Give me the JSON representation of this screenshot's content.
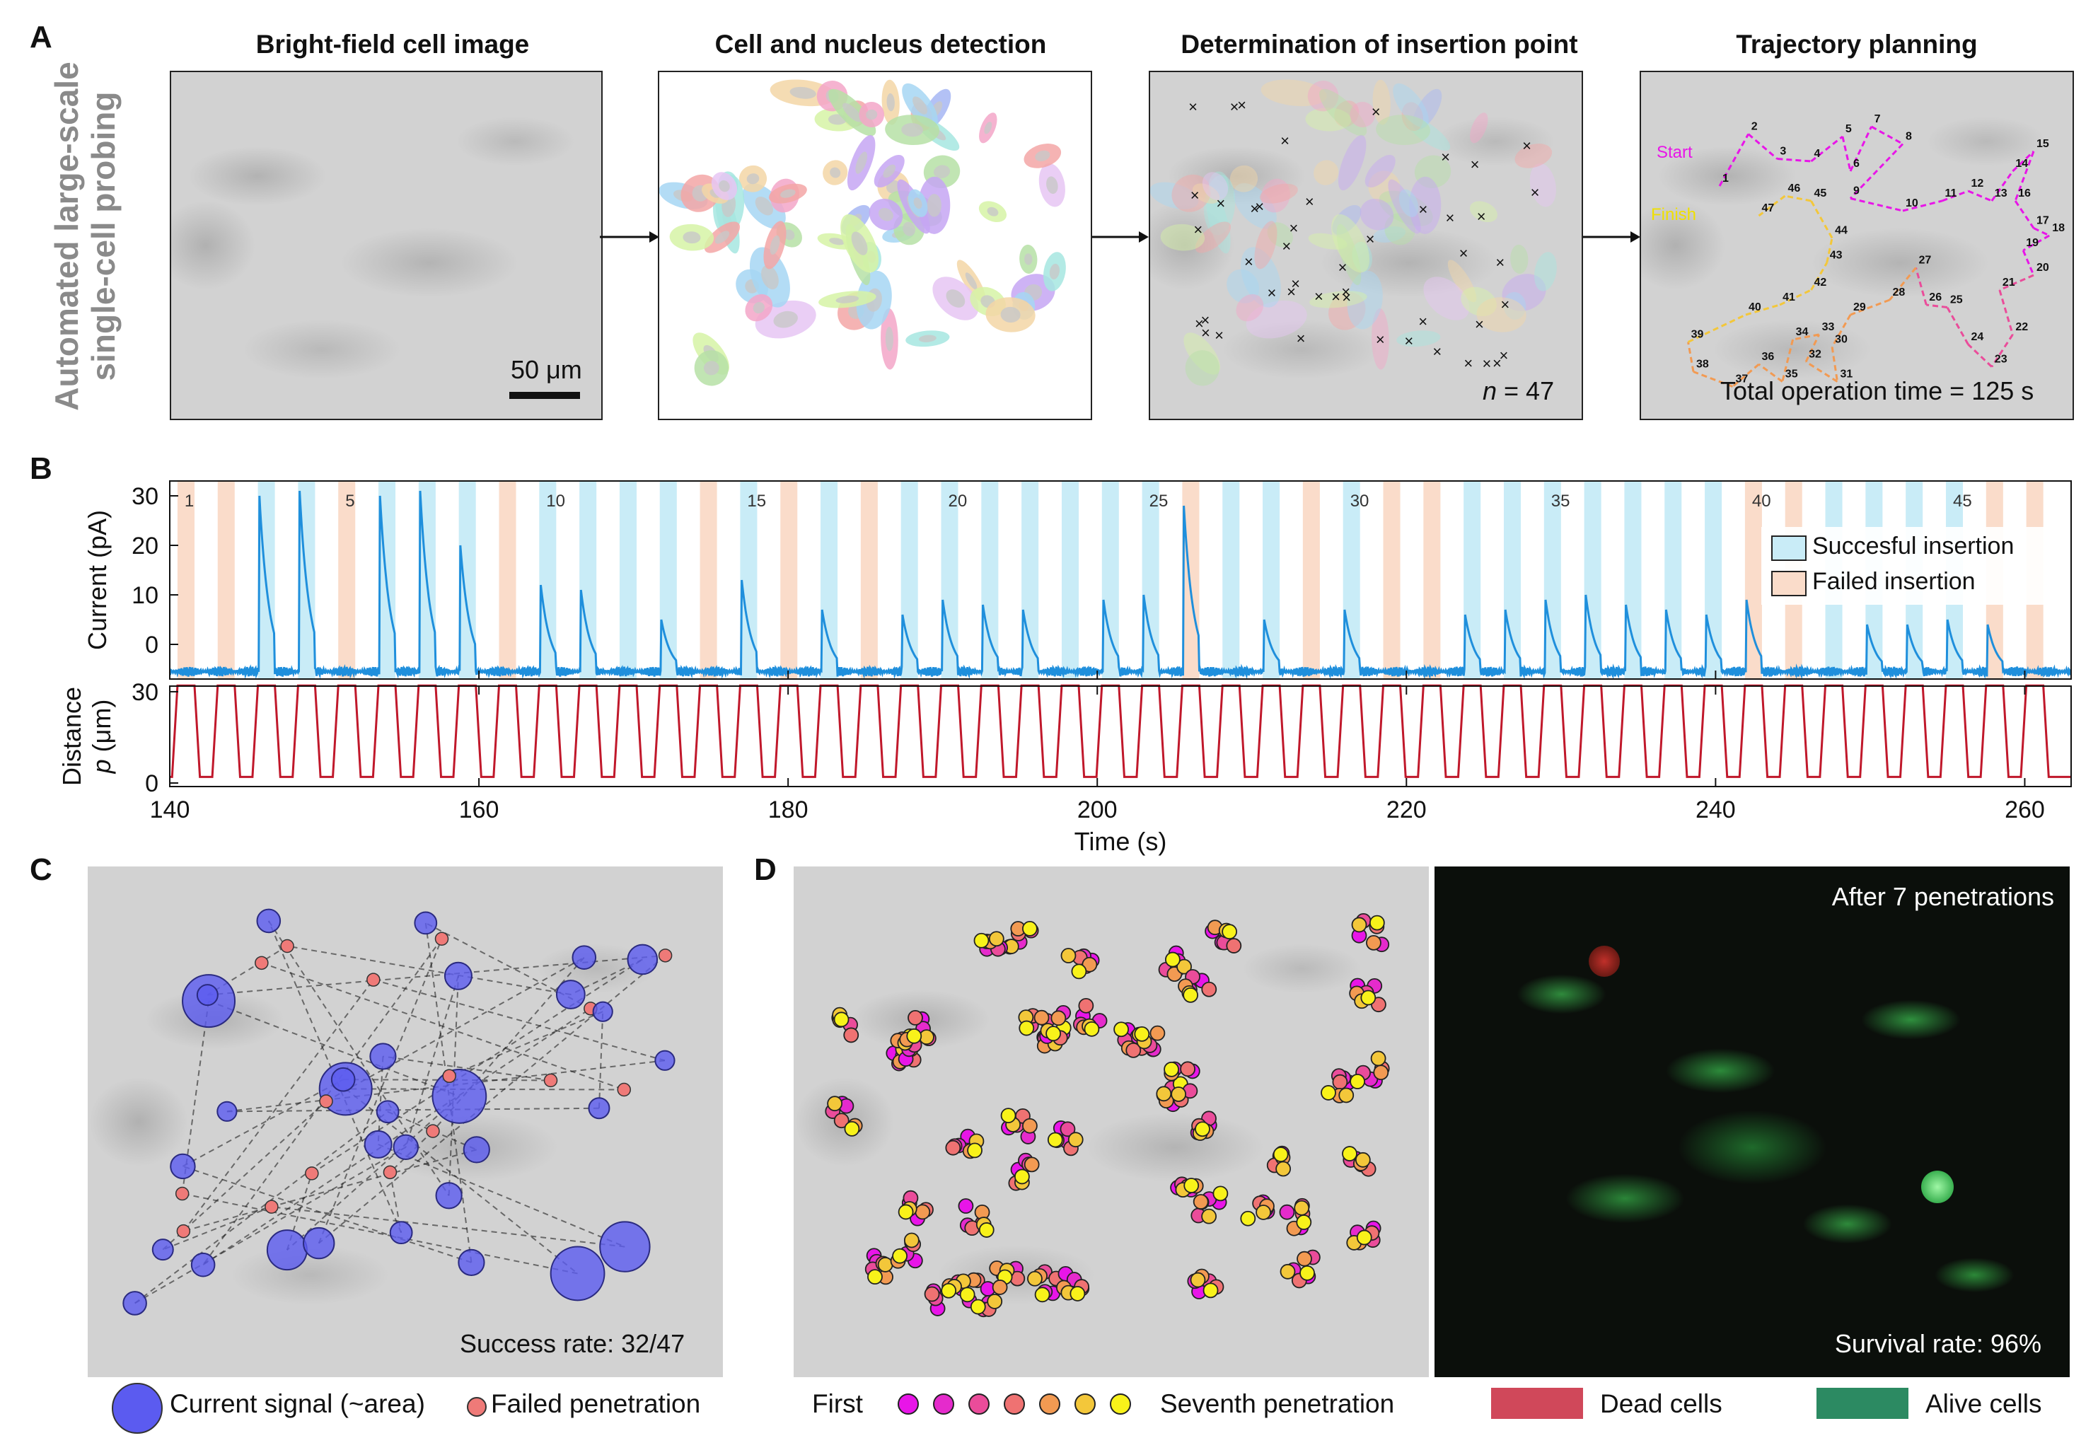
{
  "panels": {
    "A": {
      "label": "A",
      "side_label_line1": "Automated large-scale",
      "side_label_line2": "single-cell probing",
      "titles": [
        "Bright-field cell image",
        "Cell and nucleus detection",
        "Determination of insertion point",
        "Trajectory planning"
      ],
      "scalebar": "50 μm",
      "n_label_italic": "n",
      "n_label_rest": " = 47",
      "start_label": "Start",
      "finish_label": "Finish",
      "operation_time": "Total operation time = 125 s"
    },
    "B": {
      "label": "B",
      "current_ylabel": "Current (pA)",
      "distance_ylabel_1": "Distance",
      "distance_ylabel_2_italic": "p",
      "distance_ylabel_2_rest": " (μm)",
      "xlabel": "Time (s)",
      "legend_success": "Succesful insertion",
      "legend_failed": "Failed insertion"
    },
    "C": {
      "label": "C",
      "success_rate": "Success rate: 32/47",
      "legend_current": "Current signal (~area)",
      "legend_failed": "Failed penetration"
    },
    "D": {
      "label": "D",
      "after_label": "After 7 penetrations",
      "survival_rate": "Survival rate: 96%",
      "legend_first": "First",
      "legend_seventh": "Seventh penetration",
      "legend_dead": "Dead cells",
      "legend_alive": "Alive cells"
    }
  },
  "colors": {
    "success_band": "#c9ecf7",
    "failed_band": "#fadcca",
    "current_trace": "#1f8fdc",
    "distance_trace": "#c0182b",
    "current_bubble": "#5b5bf0",
    "failed_dot": "#ef7a78",
    "dead": "#d0485a",
    "alive": "#2c8a62",
    "penetration_gradient": [
      "#e815e8",
      "#e52bcc",
      "#ea4c9a",
      "#ef7272",
      "#f29a52",
      "#f3c73a",
      "#f8f21a"
    ]
  },
  "chart_data": [
    {
      "type": "line",
      "title": "",
      "xlabel": "Time (s)",
      "ylabel": "Current (pA)",
      "xlim": [
        140,
        263
      ],
      "ylim": [
        -7,
        33
      ],
      "y_ticks": [
        0,
        10,
        20,
        30
      ],
      "x_ticks": [
        140,
        160,
        180,
        200,
        220,
        240,
        260
      ],
      "insertion_numbers_shown": [
        1,
        5,
        10,
        15,
        20,
        25,
        30,
        35,
        40,
        45
      ],
      "insertion_start_time": 140.5,
      "insertion_period_s": 2.6,
      "insertion_count": 47,
      "failed_insertions": [
        1,
        2,
        5,
        9,
        14,
        16,
        18,
        26,
        29,
        31,
        32,
        40,
        41,
        46,
        47
      ],
      "peak_current_pA_per_insertion": [
        0,
        0,
        30,
        31,
        0,
        30,
        31,
        20,
        0,
        12,
        11,
        0,
        5,
        0,
        13,
        0,
        7,
        0,
        6,
        9,
        8,
        7,
        0,
        9,
        10,
        28,
        0,
        5,
        0,
        7,
        0,
        0,
        6,
        7,
        9,
        10,
        8,
        7,
        6,
        9,
        0,
        0,
        4,
        4,
        5,
        4,
        0
      ],
      "baseline_pA": -5.5,
      "series": [
        {
          "name": "Succesful insertion"
        },
        {
          "name": "Failed insertion"
        }
      ]
    },
    {
      "type": "line",
      "title": "",
      "xlabel": "Time (s)",
      "ylabel": "Distance p (μm)",
      "xlim": [
        140,
        263
      ],
      "ylim": [
        0,
        33
      ],
      "y_ticks": [
        0,
        30
      ],
      "x_ticks": [
        140,
        160,
        180,
        200,
        220,
        240,
        260
      ],
      "low_um": 2,
      "high_um": 32
    }
  ]
}
